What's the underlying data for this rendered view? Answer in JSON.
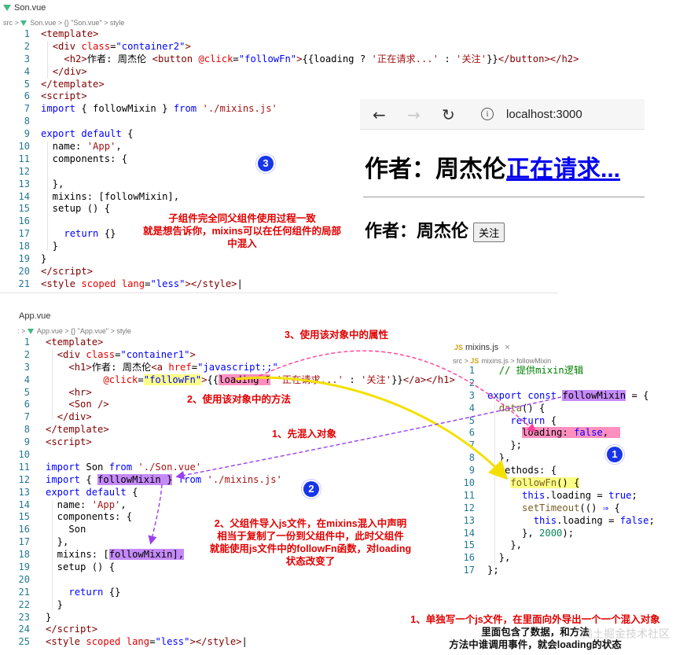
{
  "son": {
    "tab_label": "Son.vue",
    "breadcrumb": [
      "src",
      ">",
      "Son.vue",
      ">",
      "{} \"Son.vue\"",
      ">",
      "style"
    ],
    "line_numbers": [
      "1",
      "2",
      "3",
      "4",
      "5",
      "6",
      "7",
      "8",
      "9",
      "10",
      "11",
      "12",
      "13",
      "14",
      "15",
      "16",
      "17",
      "18",
      "19",
      "20",
      "21"
    ]
  },
  "browser": {
    "url": "localhost:3000",
    "h1_prefix": "作者：周杰伦",
    "h1_link": "正在请求...",
    "h2_text": "作者：周杰伦",
    "follow_button": "关注"
  },
  "app": {
    "tab_label": "App.vue",
    "breadcrumb": [
      ":",
      ">",
      "App.vue",
      ">",
      "{} \"App.vue\"",
      ">",
      "style"
    ],
    "line_numbers": [
      "1",
      "2",
      "3",
      "4",
      "5",
      "6",
      "7",
      "8",
      "9",
      "10",
      "11",
      "12",
      "13",
      "14",
      "15",
      "16",
      "17",
      "18",
      "19",
      "20",
      "21",
      "22",
      "23",
      "24",
      "25"
    ]
  },
  "mixins": {
    "tab_label": "mixins.js",
    "breadcrumb": [
      "src",
      ">",
      "mixins.js",
      ">",
      "followMixin"
    ],
    "line_numbers": [
      "1",
      "2",
      "3",
      "4",
      "5",
      "6",
      "7",
      "8",
      "9",
      "10",
      "11",
      "12",
      "13",
      "14",
      "15",
      "16",
      "17"
    ]
  },
  "badges": {
    "one": "1",
    "two": "2",
    "three": "3"
  },
  "annotations": {
    "son_note": [
      "子组件完全同父组件使用过程一致",
      "就是想告诉你，mixins可以在任何组件的局部",
      "中混入"
    ],
    "step3": "3、使用该对象中的属性",
    "step2": "2、使用该对象中的方法",
    "step1": "1、先混入对象",
    "app_note": [
      "2、父组件导入js文件，在mixins混入中声明",
      "相当于复制了一份到父组件中，此时父组件",
      "就能使用js文件中的followFn函数，对loading",
      "状态改变了"
    ],
    "bottom_note": [
      "1、单独写一个js文件，在里面向外导出一个一个混入对象",
      "里面包含了数据，和方法",
      "方法中谁调用事件，就会loading的状态"
    ],
    "watermark": "稀土掘金技术社区"
  },
  "colors": {
    "keyword": "#0000ff",
    "tag": "#800000",
    "attribute": "#e50000",
    "string": "#a31515",
    "annotation_red": "#e00000",
    "badge_blue": "#1836e8",
    "highlight_pink": "#ff8fbf",
    "highlight_purple": "#c58af9",
    "highlight_yellow": "#fbff86"
  },
  "icons": [
    "vue-file-icon",
    "js-file-icon",
    "back-arrow-icon",
    "forward-arrow-icon",
    "reload-icon",
    "info-icon",
    "close-icon"
  ]
}
